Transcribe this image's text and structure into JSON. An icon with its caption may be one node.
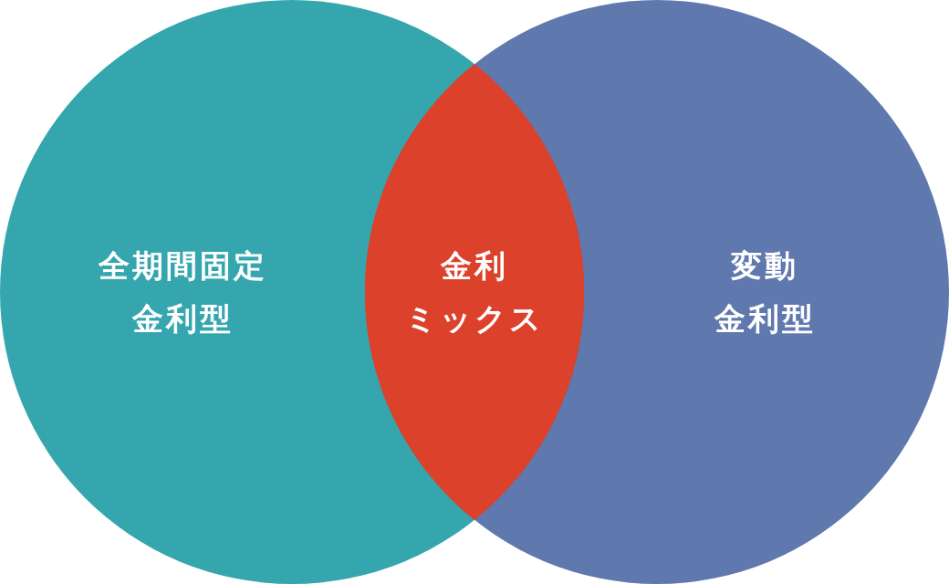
{
  "diagram": {
    "nodes": [
      {
        "text": [
          "全期間固定金利型"
        ]
      },
      {
        "text": [
          "金利ミックス"
        ]
      },
      {
        "text": [
          "変動金利型"
        ]
      }
    ]
  }
}
